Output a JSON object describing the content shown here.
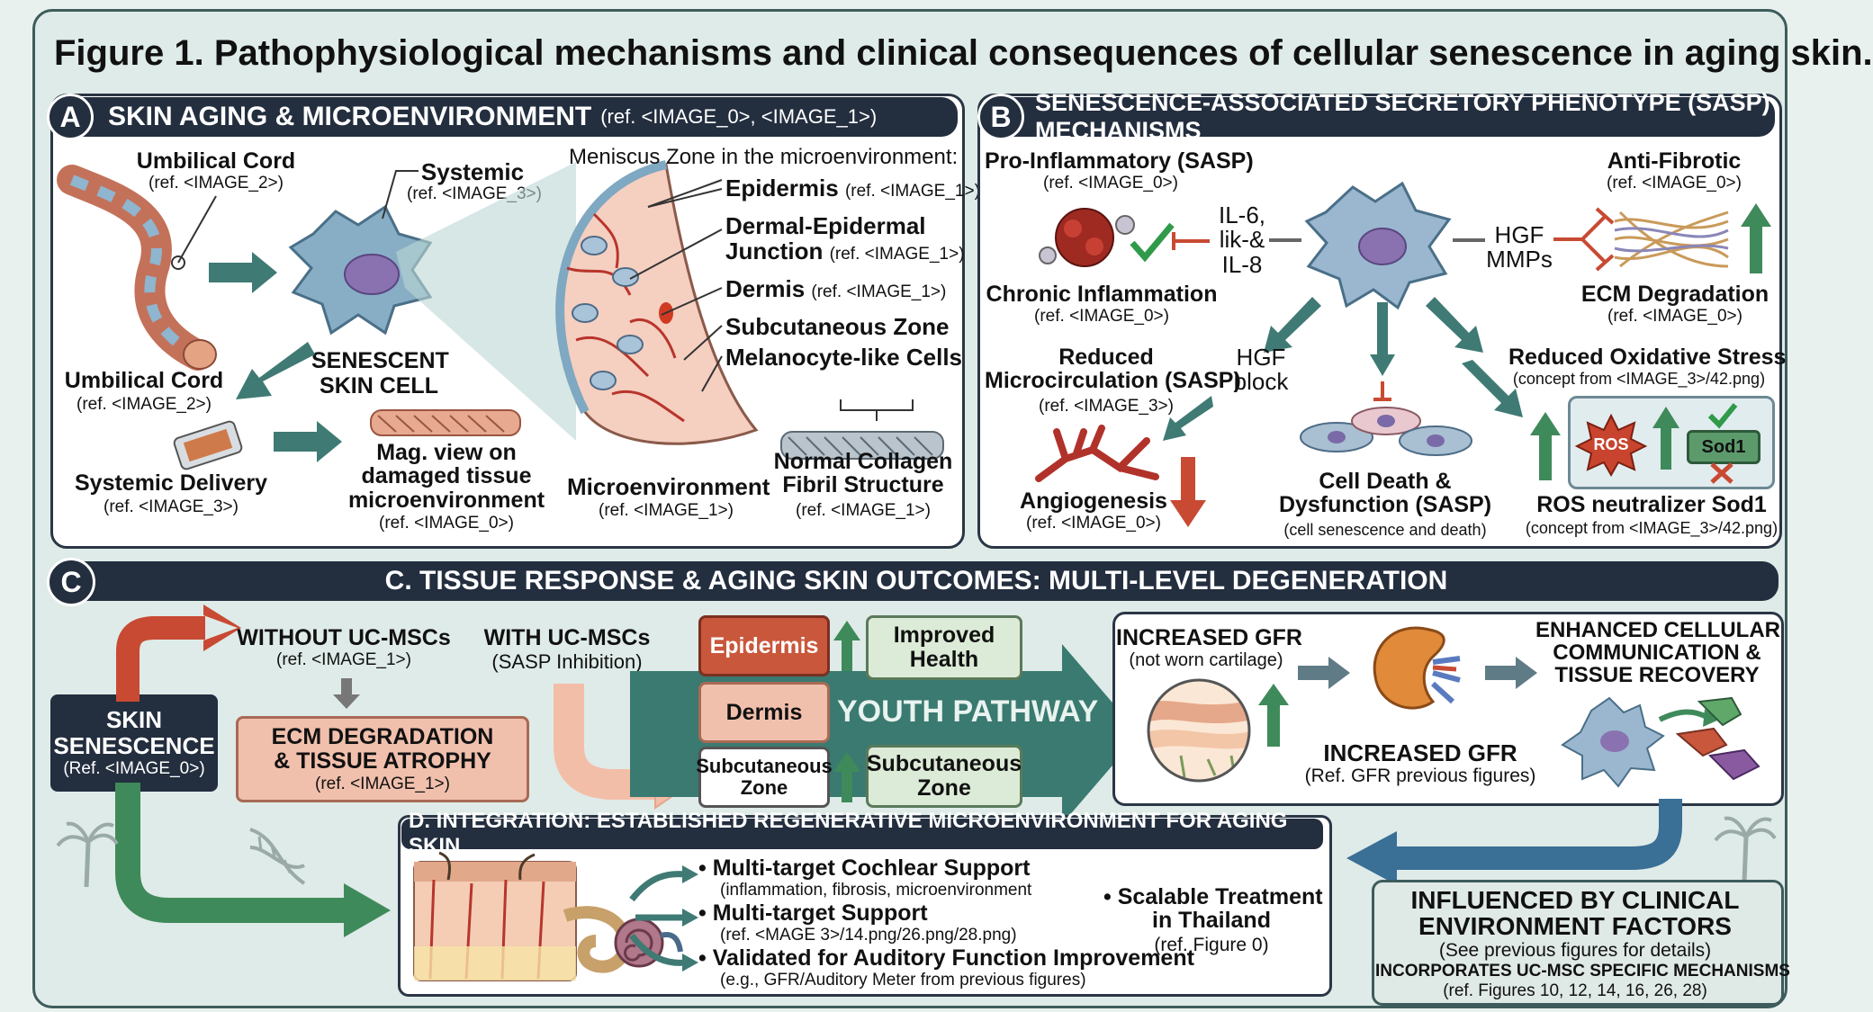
{
  "title": "Figure 1. Pathophysiological mechanisms and clinical consequences of cellular senescence in aging skin.",
  "panel_a": {
    "letter": "A",
    "title": "SKIN AGING & MICROENVIRONMENT",
    "title_ref": "(ref. <IMAGE_0>, <IMAGE_1>)",
    "umbilical_cord_top": "Umbilical Cord",
    "umbilical_cord_top_ref": "(ref. <IMAGE_2>)",
    "systemic": "Systemic",
    "systemic_ref": "(ref. <IMAGE_3>)",
    "senescent_cell": "SENESCENT\nSKIN CELL",
    "umbilical_cord_bottom": "Umbilical Cord",
    "umbilical_cord_bottom_ref": "(ref. <IMAGE_2>)",
    "systemic_delivery": "Systemic Delivery",
    "systemic_delivery_ref": "(ref. <IMAGE_3>)",
    "mag_view": "Mag. view on\ndamaged tissue\nmicroenvironment",
    "mag_view_ref": "(ref. <IMAGE_0>)",
    "meniscus_zone": "Meniscus Zone in the microenvironment:",
    "epidermis": "Epidermis",
    "epidermis_ref": "(ref. <IMAGE_1>)",
    "dej": "Dermal-Epidermal",
    "dej2": "Junction",
    "dej_ref": "(ref. <IMAGE_1>)",
    "dermis": "Dermis",
    "dermis_ref": "(ref. <IMAGE_1>)",
    "subcutaneous": "Subcutaneous Zone",
    "melanocyte": "Melanocyte-like Cells",
    "microenvironment": "Microenvironment",
    "microenvironment_ref": "(ref. <IMAGE_1>)",
    "collagen": "Normal Collagen\nFibril Structure",
    "collagen_ref": "(ref. <IMAGE_1>)"
  },
  "panel_b": {
    "letter": "B",
    "title": "SENESCENCE-ASSOCIATED SECRETORY PHENOTYPE (SASP) MECHANISMS",
    "pro_inflammatory": "Pro-Inflammatory (SASP)",
    "pro_inflammatory_ref": "(ref. <IMAGE_0>)",
    "il": "IL-6,\nlik-&\nIL-8",
    "chronic_inflammation": "Chronic Inflammation",
    "chronic_inflammation_ref": "(ref. <IMAGE_0>)",
    "hgf_mmps": "HGF\nMMPs",
    "anti_fibrotic": "Anti-Fibrotic",
    "anti_fibrotic_ref": "(ref. <IMAGE_0>)",
    "ecm_degradation": "ECM Degradation",
    "ecm_degradation_ref": "(ref. <IMAGE_0>)",
    "reduced_micro": "Reduced\nMicrocirculation (SASP)",
    "reduced_micro_ref": "(ref. <IMAGE_3>)",
    "hgf_block": "HGF\nblock",
    "angiogenesis": "Angiogenesis",
    "angiogenesis_ref": "(ref. <IMAGE_0>)",
    "cell_death": "Cell Death &\nDysfunction (SASP)",
    "cell_death_ref": "(cell senescence and death)",
    "reduced_ox": "Reduced Oxidative Stress",
    "reduced_ox_ref": "(concept from <IMAGE_3>/42.png)",
    "ros": "ROS",
    "sod1": "Sod1",
    "ros_neutralizer": "ROS neutralizer Sod1",
    "ros_neutralizer_ref": "(concept from <IMAGE_3>/42.png)"
  },
  "panel_c": {
    "letter": "C",
    "title": "C. TISSUE RESPONSE & AGING SKIN OUTCOMES: MULTI-LEVEL DEGENERATION",
    "skin_senescence": "SKIN\nSENESCENCE",
    "skin_senescence_ref": "(Ref. <IMAGE_0>)",
    "without": "WITHOUT UC-MSCs",
    "without_ref": "(ref. <IMAGE_1>)",
    "ecm_atrophy": "ECM DEGRADATION\n& TISSUE ATROPHY",
    "ecm_atrophy_ref": "(ref. <IMAGE_1>)",
    "with": "WITH UC-MSCs",
    "with_ref": "(SASP Inhibition)",
    "epidermis": "Epidermis",
    "dermis": "Dermis",
    "subcutaneous": "Subcutaneous\nZone",
    "improved_health": "Improved\nHealth",
    "subcutaneous_zone2": "Subcutaneous\nZone",
    "youth_pathway": "YOUTH PATHWAY",
    "increased_gfr_1": "INCREASED GFR",
    "not_worn": "(not worn cartilage)",
    "increased_gfr_2": "INCREASED GFR",
    "increased_gfr_2_ref": "(Ref. GFR previous figures)",
    "enhanced": "ENHANCED CELLULAR\nCOMMUNICATION &\nTISSUE RECOVERY"
  },
  "panel_d": {
    "title": "D.   INTEGRATION: ESTABLISHED REGENERATIVE MICROENVIRONMENT FOR AGING SKIN",
    "bullet1": "• Multi-target Cochlear Support",
    "bullet1_sub": "(inflammation, fibrosis, microenvironment",
    "bullet2": "• Multi-target Support",
    "bullet2_sub": "(ref. <MAGE 3>/14.png/26.png/28.png)",
    "bullet3": "• Validated for Auditory Function Improvement",
    "bullet3_sub": "(e.g., GFR/Auditory Meter from previous figures)",
    "scalable": "• Scalable Treatment\nin Thailand",
    "scalable_ref": "(ref. Figure 0)"
  },
  "influenced": {
    "title": "INFLUENCED BY CLINICAL\nENVIRONMENT FACTORS",
    "sub": "(See previous figures for details)",
    "incorporates": "INCORPORATES UC-MSC SPECIFIC MECHANISMS",
    "incorporates_ref": "(ref. Figures 10, 12, 14, 16, 26, 28)"
  },
  "colors": {
    "header": "#232e3f",
    "teal_arrow": "#3f7a74",
    "red_arrow": "#c84a33",
    "green_arrow": "#3f8a5a",
    "orange_box": "#c9573c",
    "salmon_box": "#f1c0ad",
    "green_box": "#dcebd7",
    "blue_arrow": "#3a6f96"
  }
}
